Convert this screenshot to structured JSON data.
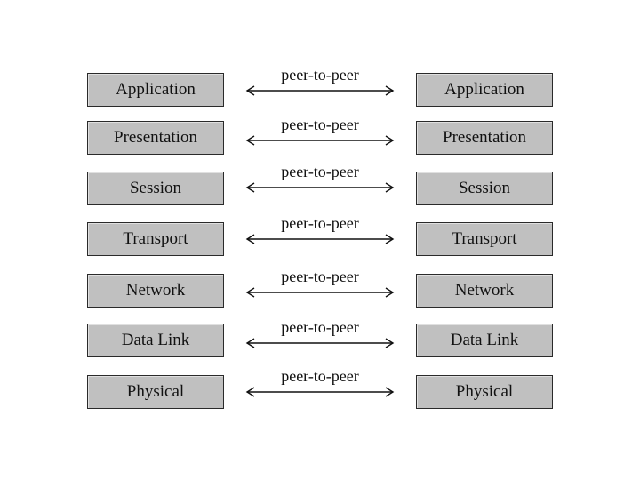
{
  "diagram": {
    "left_stack": [
      "Application",
      "Presentation",
      "Session",
      "Transport",
      "Network",
      "Data Link",
      "Physical"
    ],
    "right_stack": [
      "Application",
      "Presentation",
      "Session",
      "Transport",
      "Network",
      "Data Link",
      "Physical"
    ],
    "links": [
      "peer-to-peer",
      "peer-to-peer",
      "peer-to-peer",
      "peer-to-peer",
      "peer-to-peer",
      "peer-to-peer",
      "peer-to-peer"
    ]
  },
  "colors": {
    "box_fill": "#c0c0c0",
    "box_border": "#2a2a2a",
    "text": "#111111",
    "background": "#ffffff"
  }
}
